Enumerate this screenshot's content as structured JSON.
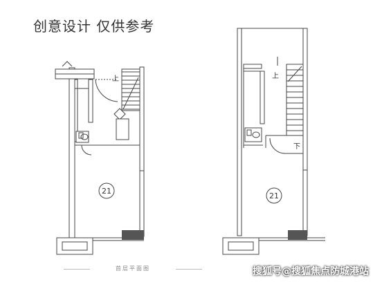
{
  "title": "创意设计 仅供参考",
  "plans": [
    {
      "unit_number": "21",
      "stair_up": "上"
    },
    {
      "unit_number": "21",
      "stair_up": "上",
      "stair_down": "下"
    }
  ],
  "caption": "首层平面图",
  "watermark": "搜狐号@搜狐焦点防城港站",
  "colors": {
    "wall": "#666666",
    "column": "#555555",
    "line": "#444444"
  }
}
